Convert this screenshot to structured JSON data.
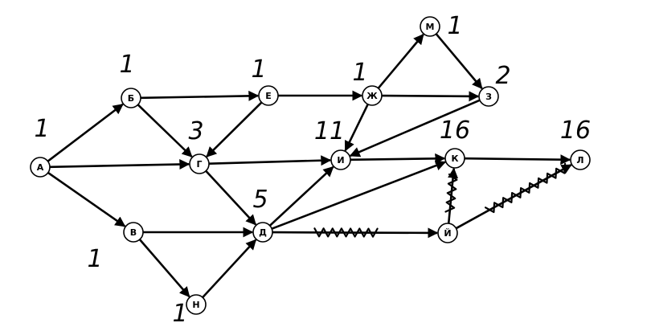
{
  "nodes": [
    {
      "id": "A",
      "label": "А"
    },
    {
      "id": "B",
      "label": "Б"
    },
    {
      "id": "V",
      "label": "В"
    },
    {
      "id": "G",
      "label": "Г"
    },
    {
      "id": "D",
      "label": "Д"
    },
    {
      "id": "E",
      "label": "Е"
    },
    {
      "id": "ZH",
      "label": "Ж"
    },
    {
      "id": "Z",
      "label": "З"
    },
    {
      "id": "I",
      "label": "И"
    },
    {
      "id": "J",
      "label": "Й"
    },
    {
      "id": "K",
      "label": "К"
    },
    {
      "id": "L",
      "label": "Л"
    },
    {
      "id": "M",
      "label": "М"
    },
    {
      "id": "N",
      "label": "Н"
    }
  ],
  "edges": [
    [
      "A",
      "B"
    ],
    [
      "A",
      "G"
    ],
    [
      "A",
      "V"
    ],
    [
      "B",
      "E"
    ],
    [
      "B",
      "G"
    ],
    [
      "E",
      "G"
    ],
    [
      "E",
      "ZH"
    ],
    [
      "ZH",
      "M"
    ],
    [
      "ZH",
      "Z"
    ],
    [
      "ZH",
      "I"
    ],
    [
      "M",
      "Z"
    ],
    [
      "Z",
      "I"
    ],
    [
      "G",
      "I"
    ],
    [
      "G",
      "D"
    ],
    [
      "V",
      "D"
    ],
    [
      "V",
      "N"
    ],
    [
      "N",
      "D"
    ],
    [
      "D",
      "I"
    ],
    [
      "D",
      "K"
    ],
    [
      "D",
      "J"
    ],
    [
      "I",
      "K"
    ],
    [
      "J",
      "K"
    ],
    [
      "K",
      "L"
    ],
    [
      "J",
      "L"
    ]
  ],
  "annotations": [
    {
      "node": "A",
      "text": "1"
    },
    {
      "node": "B",
      "text": "1"
    },
    {
      "node": "E",
      "text": "1"
    },
    {
      "node": "ZH",
      "text": "1"
    },
    {
      "node": "M",
      "text": "1"
    },
    {
      "node": "Z",
      "text": "2"
    },
    {
      "node": "G",
      "text": "3"
    },
    {
      "node": "I",
      "text": "11"
    },
    {
      "node": "K",
      "text": "16"
    },
    {
      "node": "L",
      "text": "16"
    },
    {
      "node": "D",
      "text": "5"
    },
    {
      "node": "V",
      "text": "1"
    },
    {
      "node": "N",
      "text": "1"
    }
  ],
  "crossed_edges": [
    [
      "D",
      "J"
    ],
    [
      "J",
      "K"
    ],
    [
      "J",
      "L"
    ]
  ]
}
